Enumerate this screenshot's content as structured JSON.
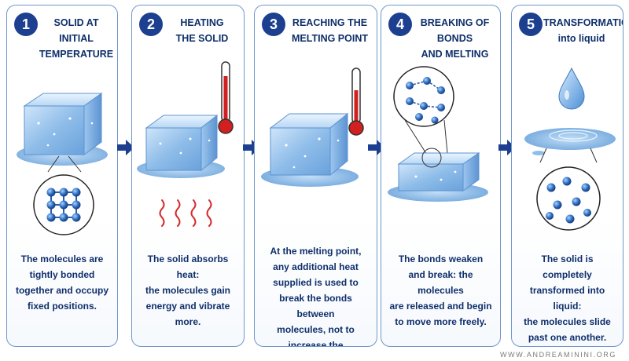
{
  "steps": [
    {
      "number": "1",
      "title": "SOLID AT\nINITIAL\nTEMPERATURE",
      "description": "The molecules are\ntightly bonded\ntogether and occupy\nfixed positions."
    },
    {
      "number": "2",
      "title": "HEATING\nTHE SOLID",
      "description": "The solid absorbs heat:\nthe molecules gain\nenergy and vibrate\nmore."
    },
    {
      "number": "3",
      "title": "REACHING THE\nMELTING POINT",
      "description": "At the melting point,\nany additional heat\nsupplied is used to\nbreak the bonds between\nmolecules, not to\nincrease the temperature."
    },
    {
      "number": "4",
      "title": "BREAKING OF BONDS\nAND MELTING",
      "description": "The bonds weaken\nand break: the molecules\nare released and begin\nto move more freely."
    },
    {
      "number": "5",
      "title": "TRANSFORMATION\ninto liquid",
      "description": "The solid is completely\ntransformed into liquid:\nthe molecules slide\npast one another."
    }
  ],
  "watermark": "WWW.ANDREAMININI.ORG",
  "colors": {
    "accent": "#1d3f8f",
    "border": "#6f97c9",
    "ice": "#a9cdee",
    "thermometer": "#d21f1f",
    "heat_waves": "#d52b2b",
    "molecule": "#2f6fc4"
  },
  "icons": [
    "ice-cube-icon",
    "thermometer-icon",
    "heat-wave-icon",
    "molecule-lattice-icon",
    "water-drop-icon",
    "arrow-right-icon"
  ]
}
